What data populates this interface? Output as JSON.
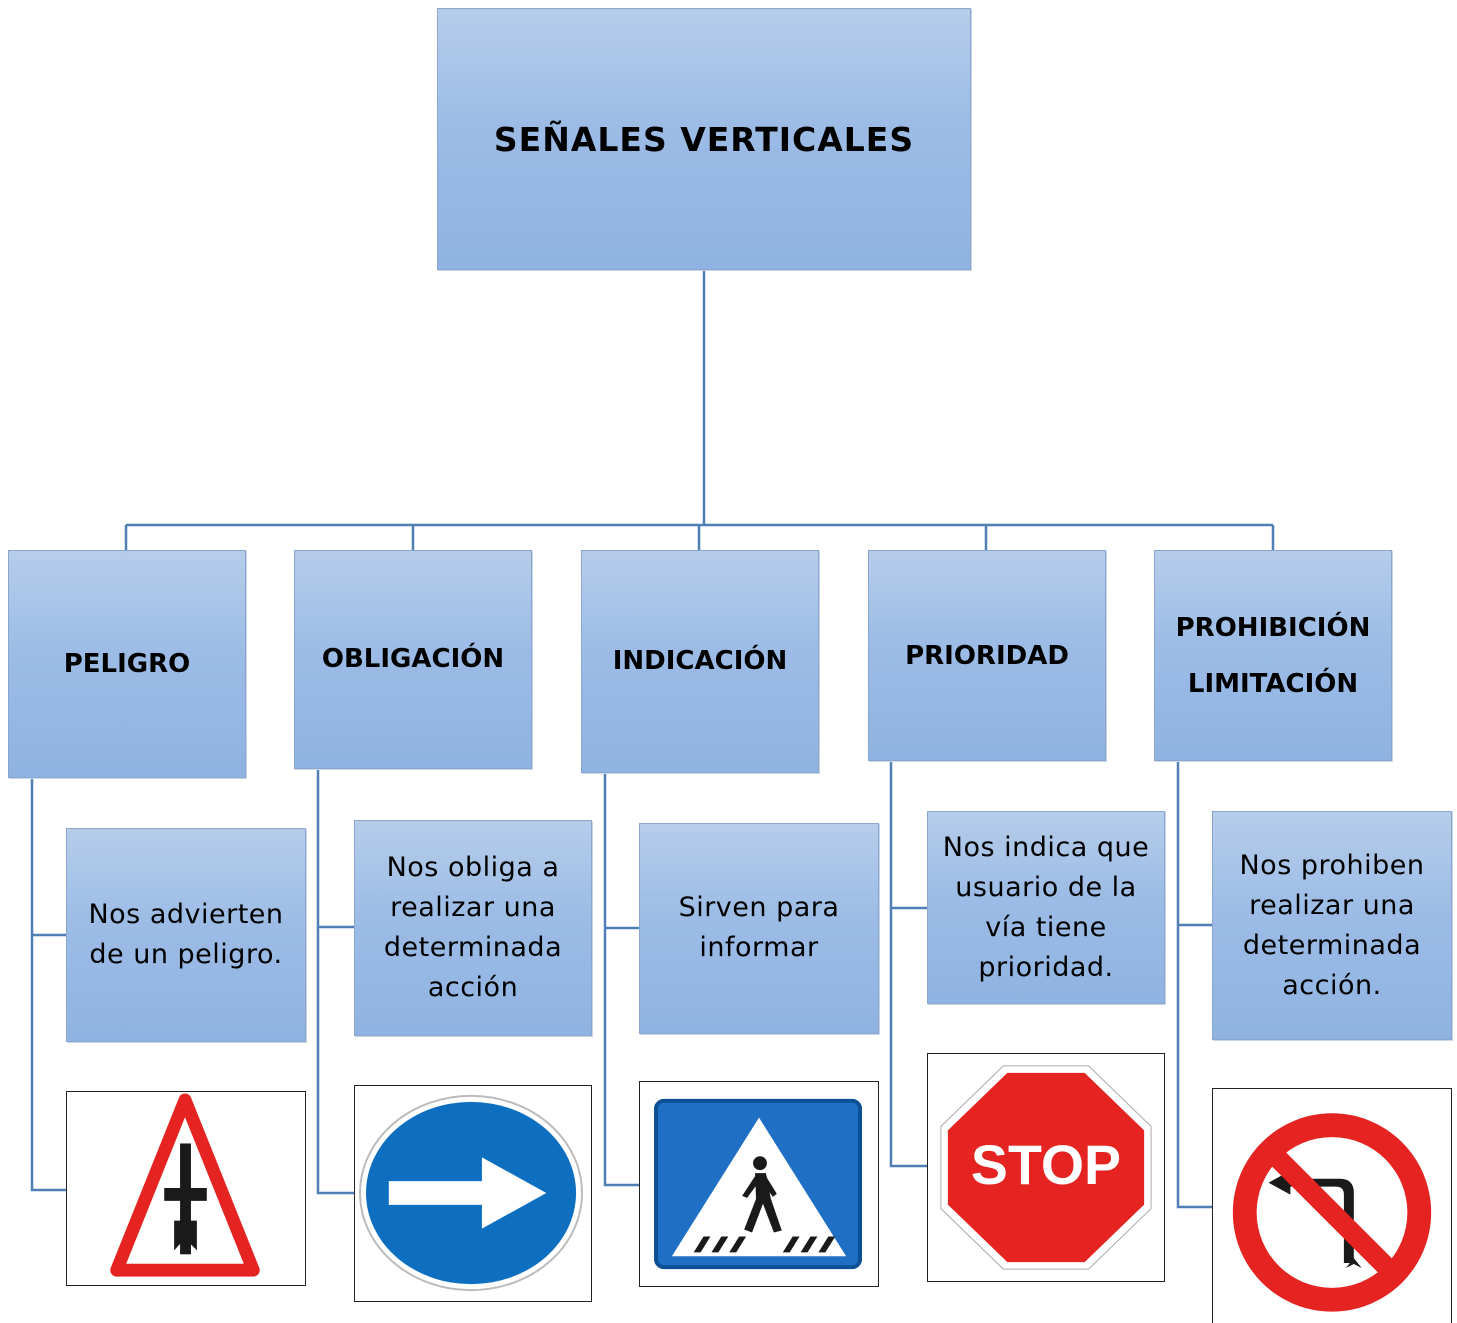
{
  "title": "SEÑALES VERTICALES",
  "colors": {
    "box": "#9cbce6",
    "line": "#4f7fb5",
    "sign_red": "#e52421",
    "sign_blue": "#0e6fc1"
  },
  "categories": [
    {
      "label": "PELIGRO",
      "description": "Nos advierten de un peligro.",
      "icon": "crossroads-priority-warning-sign"
    },
    {
      "label": "OBLIGACIÓN",
      "description": "Nos obliga a realizar una determinada acción",
      "icon": "mandatory-right-turn-sign"
    },
    {
      "label": "INDICACIÓN",
      "description": "Sirven para informar",
      "icon": "pedestrian-crossing-sign"
    },
    {
      "label": "PRIORIDAD",
      "description": "Nos indica que usuario de la vía tiene prioridad.",
      "icon": "stop-sign"
    },
    {
      "label": "PROHIBICIÓN LIMITACIÓN",
      "description": "Nos prohiben realizar una determinada acción.",
      "icon": "no-left-turn-sign"
    }
  ],
  "stop_text": "STOP"
}
